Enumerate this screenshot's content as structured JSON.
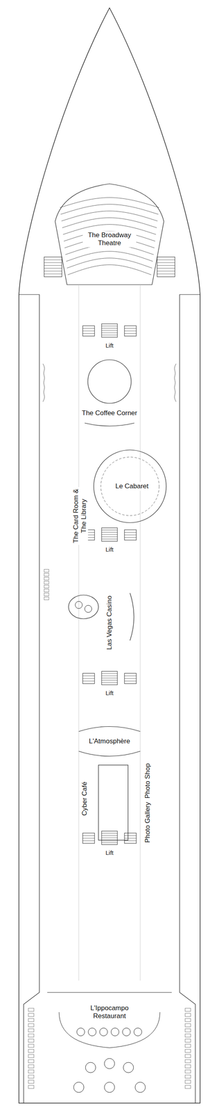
{
  "diagram": {
    "labels": [
      "The Broadway Theatre",
      "Lift",
      "The Coffee Corner",
      "The Card Room & The Library",
      "Le Cabaret",
      "Lift",
      "Las Vegas Casino",
      "Lift",
      "L'Atmosphère",
      "Cyber Café",
      "Photo Shop",
      "Photo Gallery",
      "Lift",
      "L'Ippocampo Restaurant"
    ]
  }
}
